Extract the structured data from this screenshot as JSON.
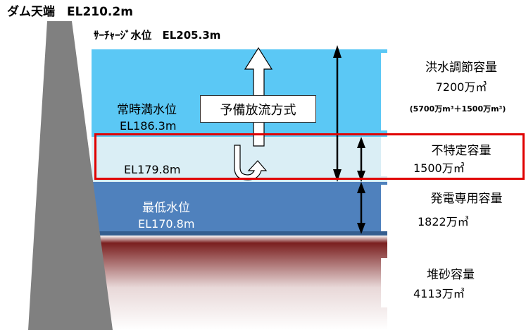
{
  "dam_crest": "ダム天端　EL210.2m",
  "surcharge_level": "ｻｰﾁｬｰｼﾞ水位　EL205.3m",
  "normal_level_label": "常時満水位",
  "normal_level_value": "EL186.3m",
  "discharge_method": "予備放流方式",
  "unspecified_floor": "EL179.8m",
  "min_level_label": "最低水位",
  "min_level_value": "EL170.8m",
  "capacities": {
    "flood": {
      "label": "洪水調節容量",
      "value": "7200万㎥",
      "breakdown": "(5700万m³＋1500万m³)"
    },
    "unspecified": {
      "label": "不特定容量",
      "value": "1500万㎥"
    },
    "power": {
      "label": "発電専用容量",
      "value": "1822万㎥"
    },
    "sediment": {
      "label": "堆砂容量",
      "value": "4113万㎥"
    }
  },
  "colors": {
    "flood_zone": "#5bc8f5",
    "unspecified_zone": "#daeef5",
    "power_zone": "#4f81bd",
    "sediment_top": "#8b2a2a",
    "dam_body": "#808080",
    "highlight": "#e00000"
  }
}
